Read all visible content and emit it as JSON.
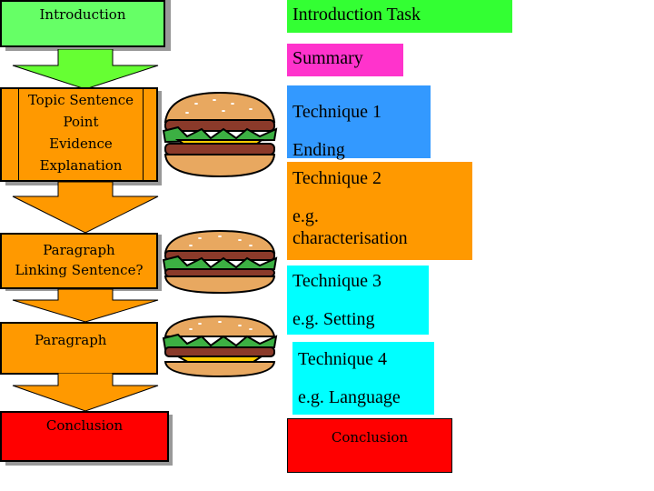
{
  "flow": {
    "intro": "Introduction",
    "paragraph1": [
      "Topic Sentence",
      "Point",
      "Evidence",
      "Explanation"
    ],
    "paragraph2": [
      "Paragraph",
      "Linking Sentence?"
    ],
    "paragraph3": "Paragraph",
    "conclusion": "Conclusion"
  },
  "tasks": {
    "intro_task": "Introduction Task",
    "summary": "Summary",
    "technique1": "Technique 1",
    "ending": "Ending",
    "technique2": "Technique 2",
    "technique2_example": "e.g. characterisation",
    "technique3": "Technique 3",
    "technique3_example": "e.g. Setting",
    "technique4": "Technique 4",
    "technique4_example": "e.g. Language",
    "conclusion": "Conclusion"
  },
  "colors": {
    "intro_green": "#66ff66",
    "arrow_green": "#66ff33",
    "paragraph_orange": "#ff9900",
    "conclusion_red": "#ff0000",
    "task_green": "#33ff33",
    "summary_pink": "#ff33cc",
    "technique1_blue": "#3399ff",
    "technique2_orange": "#ff9900",
    "technique3_cyan": "#00ffff",
    "technique4_cyan": "#00ffff"
  },
  "icons": [
    "hamburger-icon",
    "hamburger-icon",
    "hamburger-icon"
  ]
}
